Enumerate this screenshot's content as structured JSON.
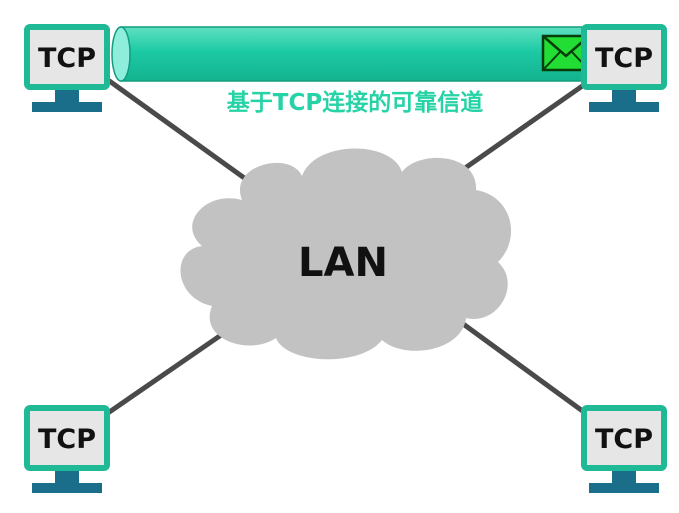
{
  "diagram": {
    "network_label": "LAN",
    "channel_label": "基于TCP连接的可靠信道",
    "hosts": [
      {
        "label": "TCP",
        "position": "top-left"
      },
      {
        "label": "TCP",
        "position": "top-right"
      },
      {
        "label": "TCP",
        "position": "bottom-left"
      },
      {
        "label": "TCP",
        "position": "bottom-right"
      }
    ],
    "message_icon": "envelope-icon",
    "colors": {
      "channel_fill": "#1ccaa4",
      "monitor_frame": "#1fb995",
      "monitor_stand": "#1a6e8a",
      "cloud": "#c2c2c2",
      "link_line": "#4a4a4a",
      "envelope": "#22dd33"
    }
  }
}
